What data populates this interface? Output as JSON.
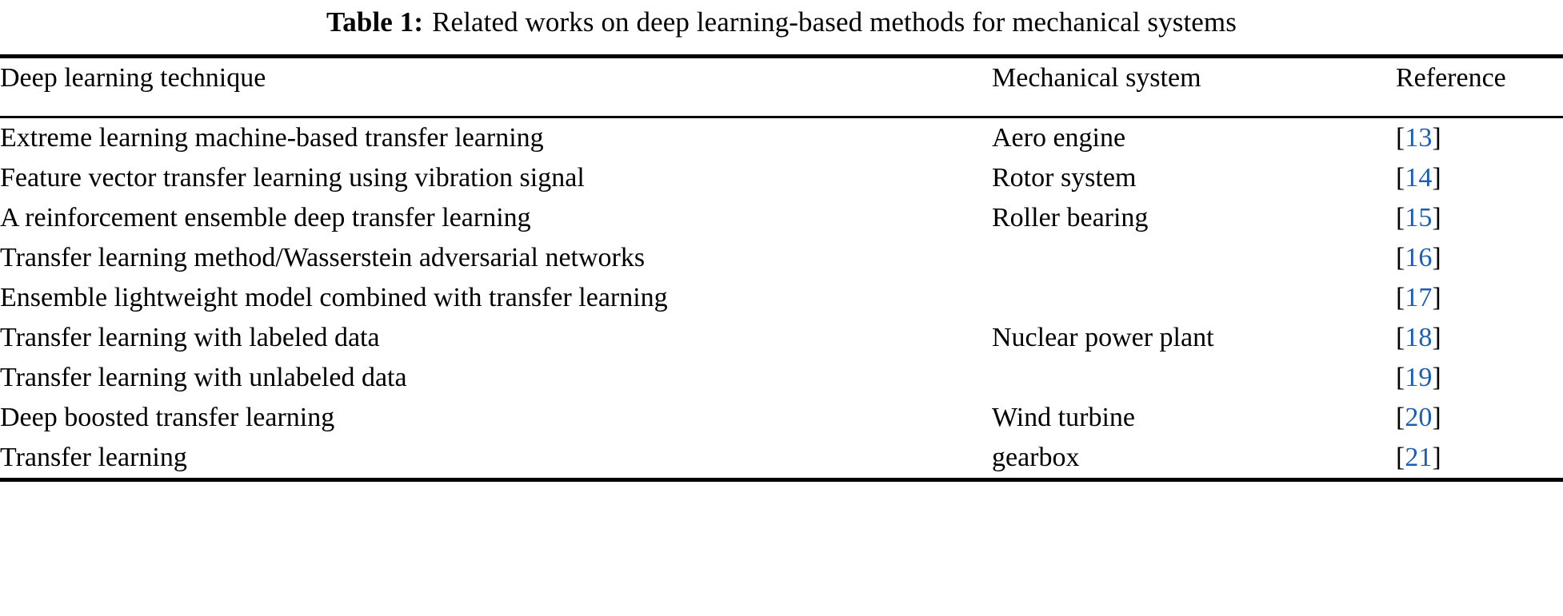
{
  "caption": {
    "label": "Table 1:",
    "text": "Related works on deep learning-based methods for mechanical systems"
  },
  "colors": {
    "reference_link": "#1a5fb4",
    "rule": "#000000",
    "text": "#000000"
  },
  "table": {
    "headers": {
      "technique": "Deep learning technique",
      "system": "Mechanical system",
      "reference": "Reference"
    },
    "rows": [
      {
        "technique": "Extreme learning machine-based transfer learning",
        "system": "Aero engine",
        "ref_open": "[",
        "ref_num": "13",
        "ref_close": "]"
      },
      {
        "technique": "Feature vector transfer learning using vibration signal",
        "system": "Rotor system",
        "ref_open": "[",
        "ref_num": "14",
        "ref_close": "]"
      },
      {
        "technique": "A reinforcement ensemble deep transfer learning",
        "system": "Roller bearing",
        "ref_open": "[",
        "ref_num": "15",
        "ref_close": "]"
      },
      {
        "technique": "Transfer learning method/Wasserstein adversarial networks",
        "system": "",
        "ref_open": "[",
        "ref_num": "16",
        "ref_close": "]"
      },
      {
        "technique": "Ensemble lightweight model combined with transfer learning",
        "system": "",
        "ref_open": "[",
        "ref_num": "17",
        "ref_close": "]"
      },
      {
        "technique": "Transfer learning with labeled data",
        "system": "Nuclear power plant",
        "ref_open": "[",
        "ref_num": "18",
        "ref_close": "]"
      },
      {
        "technique": "Transfer learning with unlabeled data",
        "system": "",
        "ref_open": "[",
        "ref_num": "19",
        "ref_close": "]"
      },
      {
        "technique": "Deep boosted transfer learning",
        "system": "Wind turbine",
        "ref_open": "[",
        "ref_num": "20",
        "ref_close": "]"
      },
      {
        "technique": "Transfer learning",
        "system": "gearbox",
        "ref_open": "[",
        "ref_num": "21",
        "ref_close": "]"
      }
    ]
  }
}
